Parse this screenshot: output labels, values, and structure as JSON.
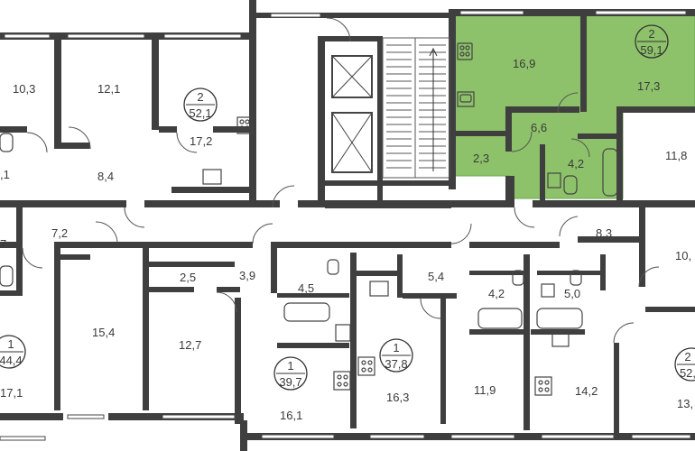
{
  "colors": {
    "highlight": "#8dc26a",
    "highlight_stroke": "#6aa84f",
    "wall": "#3f3f3f",
    "text": "#3a3a3a"
  },
  "apartments": [
    {
      "id": "apt-top-right",
      "rooms": "2",
      "area": "59,1",
      "highlighted": true
    },
    {
      "id": "apt-top-left",
      "rooms": "2",
      "area": "52,1",
      "highlighted": false
    },
    {
      "id": "apt-left",
      "rooms": "1",
      "area": "44,4",
      "highlighted": false
    },
    {
      "id": "apt-center-1",
      "rooms": "1",
      "area": "39,7",
      "highlighted": false
    },
    {
      "id": "apt-center-2",
      "rooms": "1",
      "area": "37,8",
      "highlighted": false
    },
    {
      "id": "apt-right",
      "rooms": "2",
      "area": "52,",
      "highlighted": false
    }
  ],
  "rooms": {
    "r_10_3": "10,3",
    "r_12_1": "12,1",
    "r_17_2": "17,2",
    "r_8_4": "8,4",
    "r_1": ",1",
    "r_7": "7",
    "r_7_2": "7,2",
    "r_2_5": "2,5",
    "r_3_9": "3,9",
    "r_4_5": "4,5",
    "r_5_4": "5,4",
    "r_4_2b": "4,2",
    "r_5_0": "5,0",
    "r_8_3": "8,3",
    "r_10": "10,",
    "r_16_9": "16,9",
    "r_17_3": "17,3",
    "r_6_6": "6,6",
    "r_2_3": "2,3",
    "r_4_2": "4,2",
    "r_11_8": "11,8",
    "r_15_4": "15,4",
    "r_12_7": "12,7",
    "r_17_1": "17,1",
    "r_16_1": "16,1",
    "r_16_3": "16,3",
    "r_11_9": "11,9",
    "r_14_2": "14,2",
    "r_13": "13,"
  }
}
